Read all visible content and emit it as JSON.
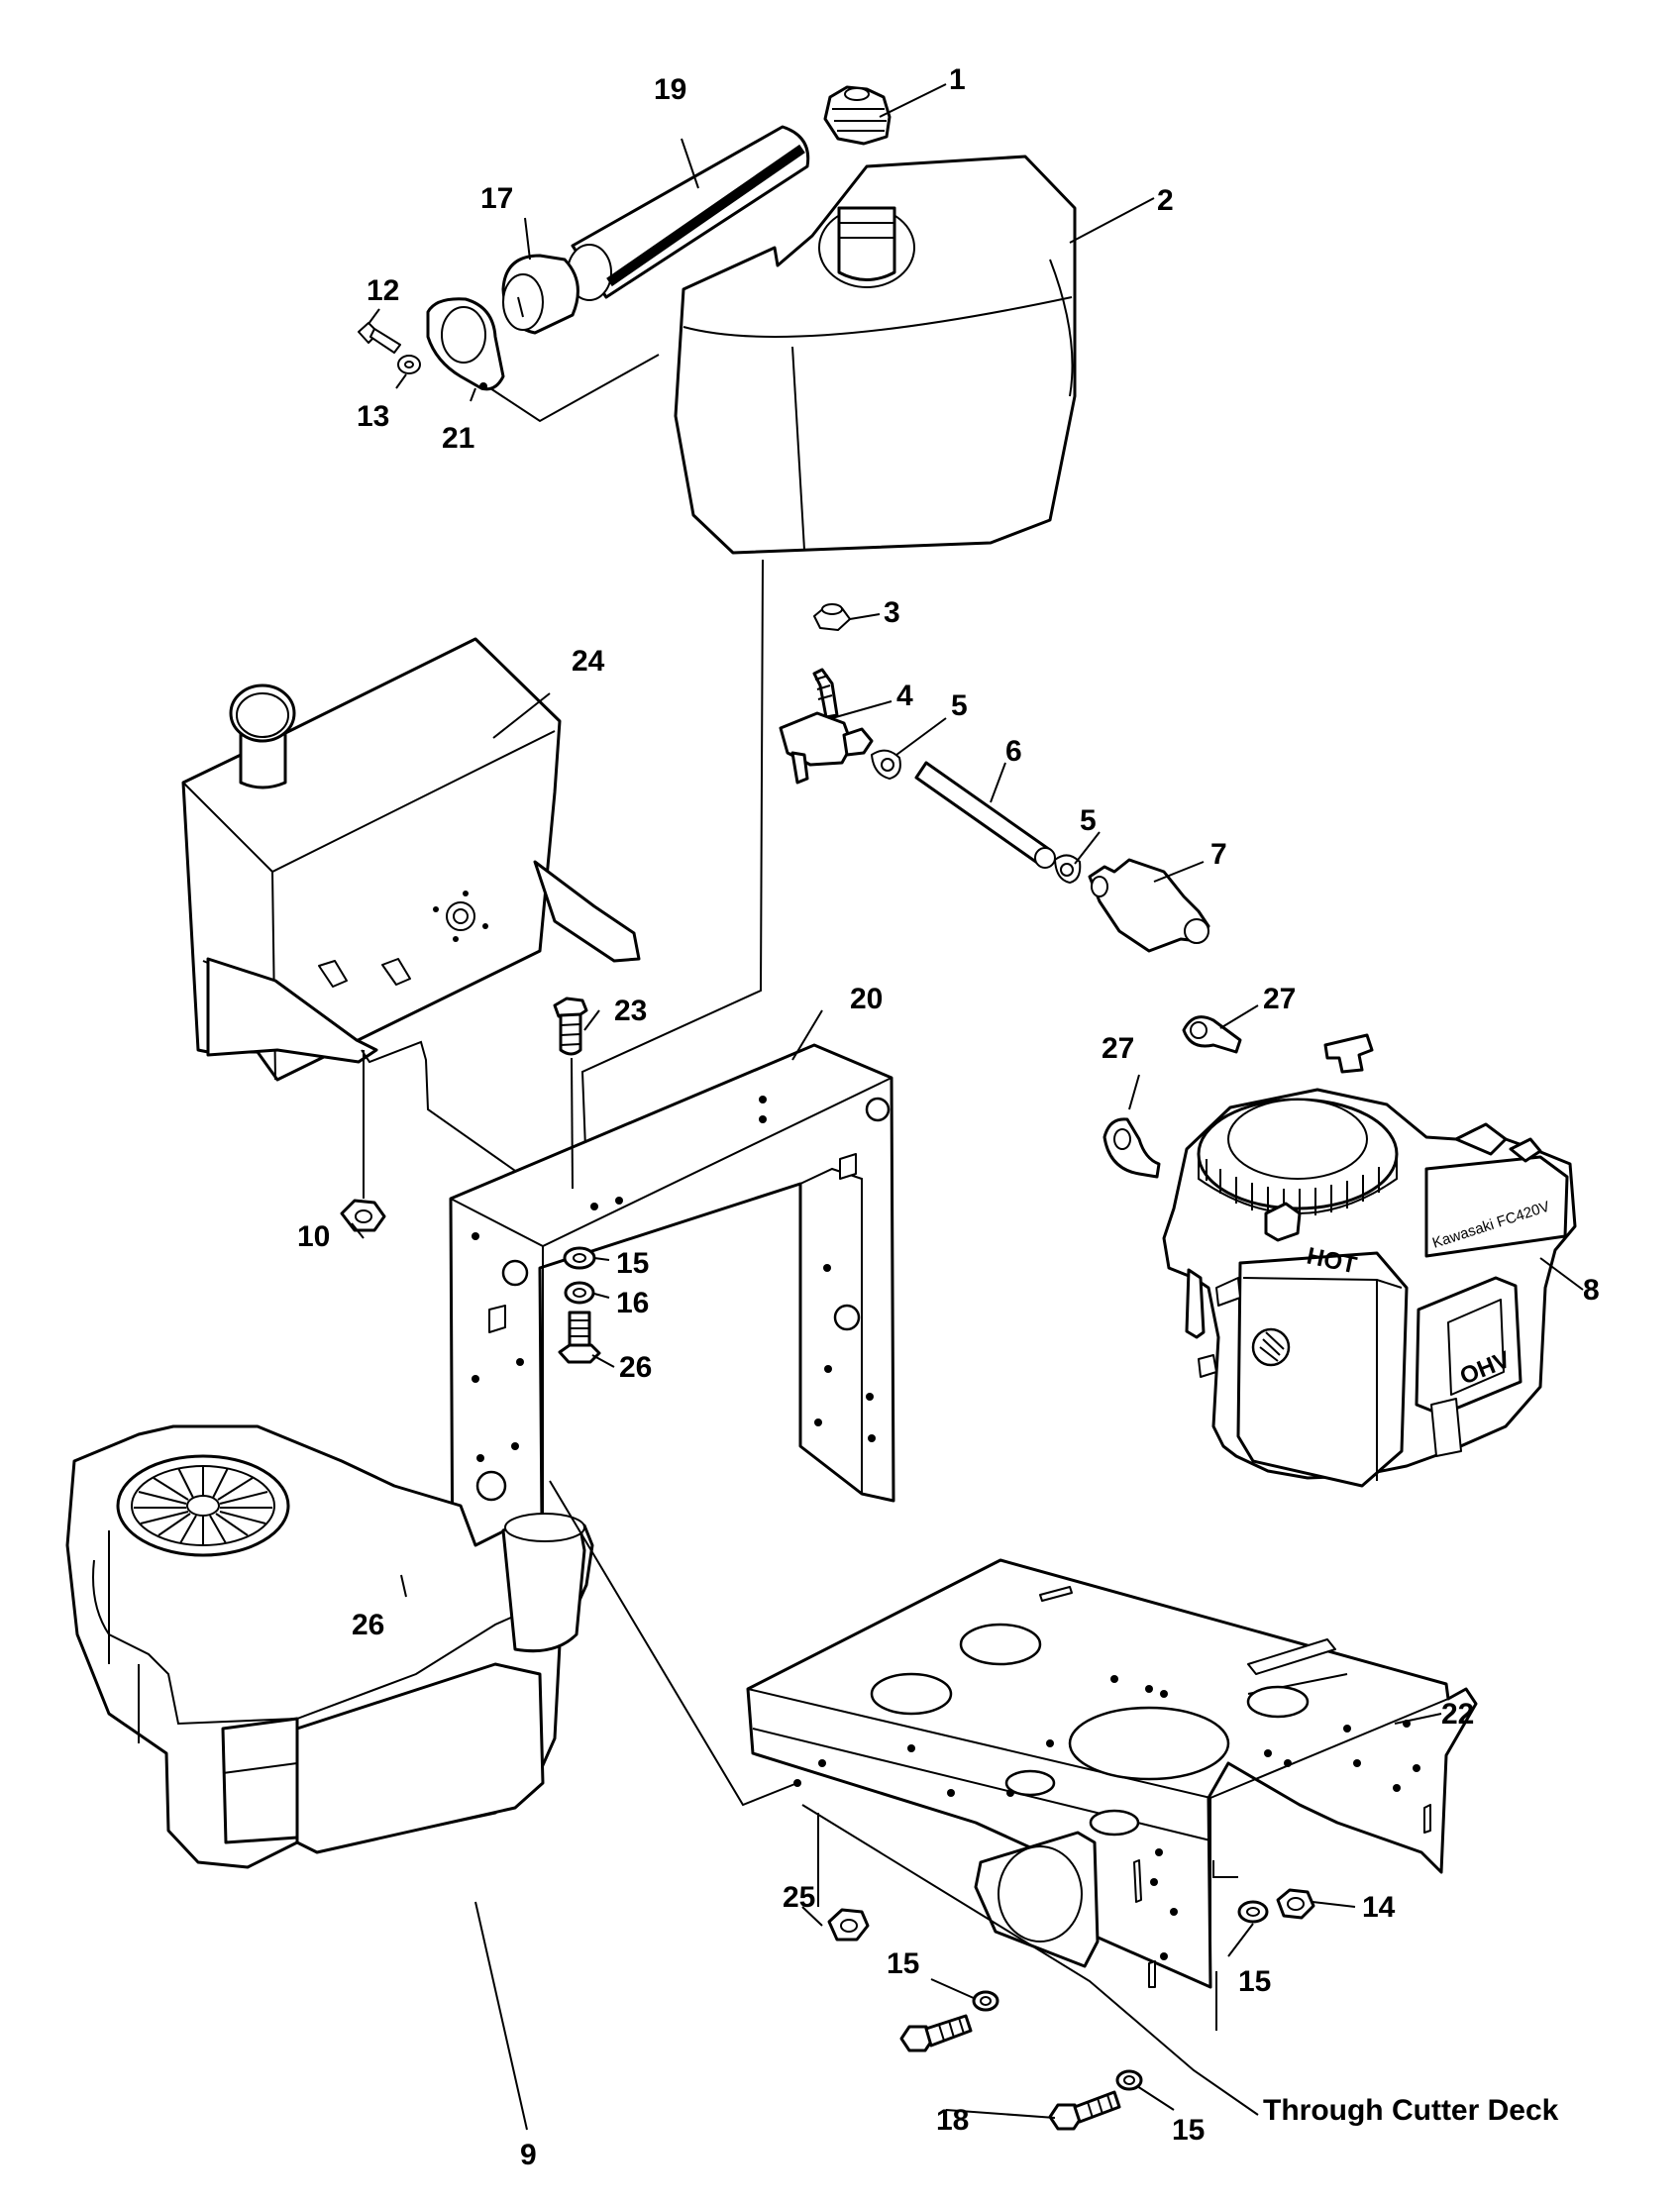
{
  "callouts": [
    {
      "id": "c1",
      "label": "1"
    },
    {
      "id": "c2",
      "label": "2"
    },
    {
      "id": "c3",
      "label": "3"
    },
    {
      "id": "c4",
      "label": "4"
    },
    {
      "id": "c5a",
      "label": "5"
    },
    {
      "id": "c5b",
      "label": "5"
    },
    {
      "id": "c6",
      "label": "6"
    },
    {
      "id": "c7",
      "label": "7"
    },
    {
      "id": "c8",
      "label": "8"
    },
    {
      "id": "c9",
      "label": "9"
    },
    {
      "id": "c10",
      "label": "10"
    },
    {
      "id": "c12",
      "label": "12"
    },
    {
      "id": "c13",
      "label": "13"
    },
    {
      "id": "c14",
      "label": "14"
    },
    {
      "id": "c15a",
      "label": "15"
    },
    {
      "id": "c15b",
      "label": "15"
    },
    {
      "id": "c15c",
      "label": "15"
    },
    {
      "id": "c15d",
      "label": "15"
    },
    {
      "id": "c16",
      "label": "16"
    },
    {
      "id": "c17",
      "label": "17"
    },
    {
      "id": "c18",
      "label": "18"
    },
    {
      "id": "c19",
      "label": "19"
    },
    {
      "id": "c20",
      "label": "20"
    },
    {
      "id": "c21",
      "label": "21"
    },
    {
      "id": "c22",
      "label": "22"
    },
    {
      "id": "c23",
      "label": "23"
    },
    {
      "id": "c24",
      "label": "24"
    },
    {
      "id": "c25",
      "label": "25"
    },
    {
      "id": "c26a",
      "label": "26"
    },
    {
      "id": "c26b",
      "label": "26"
    },
    {
      "id": "c27a",
      "label": "27"
    },
    {
      "id": "c27b",
      "label": "27"
    }
  ],
  "note": "Through Cutter Deck",
  "engine_brand": "Kawasaki FC420V",
  "engine_warning": "HOT",
  "engine_badge": "OHV"
}
